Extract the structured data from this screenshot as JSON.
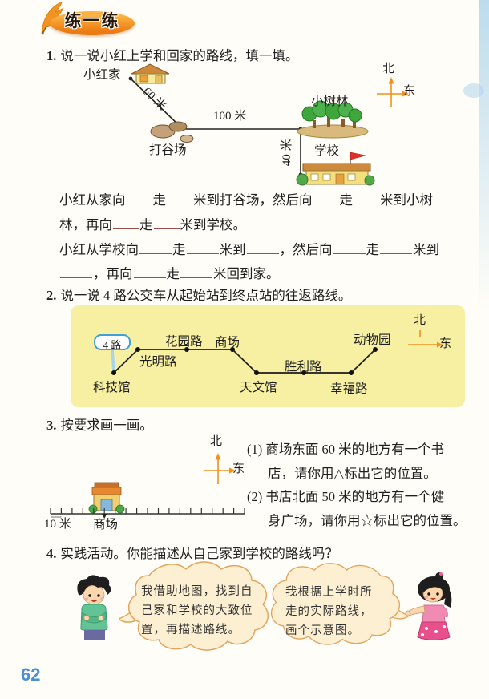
{
  "header": {
    "badge": "练一练"
  },
  "q1": {
    "num": "1.",
    "text": "说一说小红上学和回家的路线，填一填。",
    "map": {
      "home_label": "小红家",
      "threshing_label": "打谷场",
      "woods_label": "小树林",
      "school_label": "学校",
      "dist_home_threshing": "60 米",
      "dist_threshing_woods": "100 米",
      "dist_woods_school": "40 米",
      "compass": {
        "north": "北",
        "east": "东"
      }
    },
    "fill_lines": [
      "小红从家向____走____米到打谷场，然后向____走____米到小树",
      "林，再向____走____米到学校。",
      "小红从学校向_____走_____米到_____，然后向_____走_____米到",
      "_____，再向_____走_____米回到家。"
    ]
  },
  "q2": {
    "num": "2.",
    "text": "说一说 4 路公交车从起始站到终点站的往返路线。",
    "route": {
      "badge": "4 路",
      "stations": [
        "科技馆",
        "光明路",
        "花园路",
        "商场",
        "天文馆",
        "胜利路",
        "幸福路",
        "动物园"
      ],
      "compass": {
        "north": "北",
        "east": "东"
      }
    }
  },
  "q3": {
    "num": "3.",
    "text": "按要求画一画。",
    "compass": {
      "north": "北",
      "east": "东"
    },
    "lines": [
      "(1) 商场东面 60 米的地方有一个书",
      "店，请你用△标出它的位置。",
      "(2) 书店北面 50 米的地方有一个健",
      "身广场，请你用☆标出它的位置。"
    ],
    "numberline": {
      "scale_label": "10 米",
      "mall_label": "商场"
    }
  },
  "q4": {
    "num": "4.",
    "text": "实践活动。你能描述从自己家到学校的路线吗？",
    "bubbles": [
      {
        "speaker": "boy",
        "text": "我借助地图，找到自己家和学校的大致位置，再描述路线。"
      },
      {
        "speaker": "girl",
        "text": "我根据上学时所走的实际路线，画个示意图。"
      }
    ]
  },
  "page": {
    "number": "62"
  },
  "colors": {
    "accent_orange": "#ee8a17",
    "route_box_yellow": "#f7f0a2",
    "blank_underline": "#9c4f48",
    "bus_badge_border": "#3f9fd8",
    "page_number_blue": "#4a8fd4",
    "bubble_fill": "#fdf0d2",
    "bubble_border": "#e2a55f"
  }
}
